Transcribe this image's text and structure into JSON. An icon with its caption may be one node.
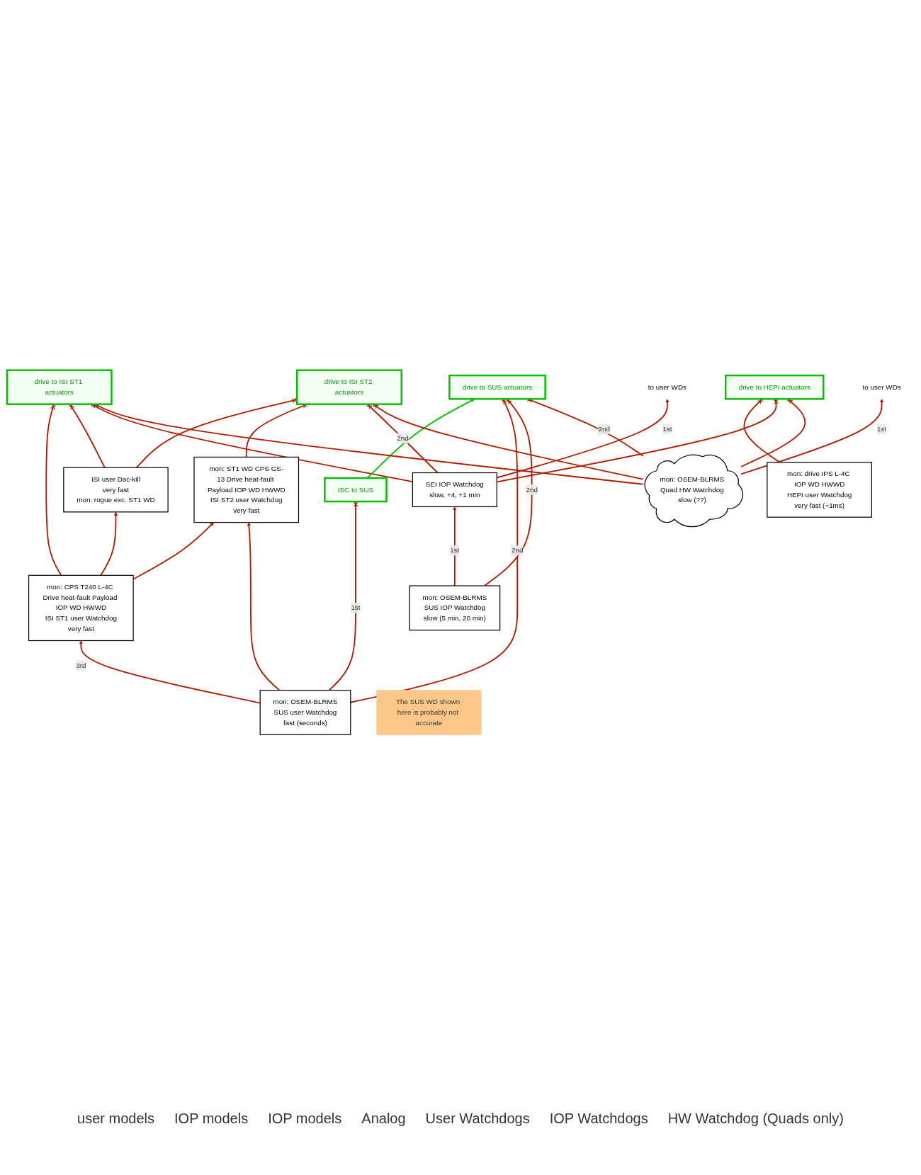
{
  "diagram": {
    "nodes": [
      {
        "text": [
          "drive to HEPI actuators"
        ]
      },
      {
        "text": [
          "mon: drive IPS L-4C IOP WD HWWD",
          "HEPI user Watchdog",
          "very fast (~1ms)"
        ]
      },
      {
        "text": [
          "drive to ISI ST1 actuators"
        ]
      },
      {
        "text": [
          "mon: CPS T240 L-4C Drive heat-fault Payload IOP WD HWWD",
          "ISI ST1 user Watchdog",
          "very fast"
        ]
      },
      {
        "text": [
          "ISI user Dac-kill",
          "very fast",
          "mon: rogue exc. ST1 WD"
        ]
      },
      {
        "text": [
          "drive to ISI ST2 actuators"
        ]
      },
      {
        "text": [
          "mon: ST1 WD CPS GS-13 Drive heat-fault Payload IOP WD HWWD",
          "ISI ST2 user Watchdog",
          "very fast"
        ]
      },
      {
        "text": [
          "SEI IOP Watchdog",
          "slow, +4, +1 min"
        ]
      },
      {
        "text": [
          "drive to SUS actuators"
        ]
      },
      {
        "text": [
          "ISC to SUS"
        ]
      },
      {
        "text": [
          "mon: OSEM-BLRMS",
          "SUS user Watchdog",
          "fast (seconds)"
        ]
      },
      {
        "text": [
          "mon: OSEM-BLRMS",
          "SUS IOP Watchdog",
          "slow (5 min, 20 min)"
        ]
      },
      {
        "text": [
          "mon: OSEM-BLRMS",
          "Quad HW Watchdog",
          "slow (??)"
        ]
      },
      {
        "text": [
          "The SUS WD shown here is probably not accurate"
        ]
      },
      {
        "text": [
          "to user WDs"
        ]
      },
      {
        "text": [
          "to user WDs"
        ]
      }
    ],
    "edges": [
      {
        "from": 1,
        "to": 0,
        "arrow": "other"
      },
      {
        "from": 3,
        "to": 2,
        "arrow": "other"
      },
      {
        "from": 3,
        "to": 4,
        "arrow": "to"
      },
      {
        "from": 3,
        "to": 6,
        "arrow": "to"
      },
      {
        "from": 4,
        "to": 2,
        "arrow": "other"
      },
      {
        "from": 4,
        "to": 5,
        "arrow": "other"
      },
      {
        "from": 6,
        "to": 5,
        "arrow": "other"
      },
      {
        "from": 7,
        "to": 14,
        "arrow": "to",
        "label": "1st"
      },
      {
        "from": 7,
        "to": 5,
        "arrow": "other",
        "label": "2nd"
      },
      {
        "from": 7,
        "to": 2,
        "arrow": "other"
      },
      {
        "from": 7,
        "to": 0,
        "arrow": "other"
      },
      {
        "from": 9,
        "to": 8,
        "arrow": "to",
        "color": "#00c000"
      },
      {
        "from": 10,
        "to": 3,
        "arrow": "to",
        "label": "3rd"
      },
      {
        "from": 10,
        "to": 6,
        "arrow": "to"
      },
      {
        "from": 10,
        "to": 9,
        "arrow": "other",
        "label": "1st"
      },
      {
        "from": 10,
        "to": 8,
        "arrow": "other",
        "label": "2nd"
      },
      {
        "from": 11,
        "to": 7,
        "arrow": "to",
        "label": "1st"
      },
      {
        "from": 11,
        "to": 8,
        "arrow": "other",
        "label": "2nd"
      },
      {
        "from": 12,
        "to": 15,
        "arrow": "to",
        "label": "1st"
      },
      {
        "from": 12,
        "to": 8,
        "arrow": "other",
        "label": "2nd"
      },
      {
        "from": 12,
        "to": 5,
        "arrow": "other"
      },
      {
        "from": 12,
        "to": 2,
        "arrow": "other"
      },
      {
        "from": 12,
        "to": 0,
        "arrow": "other"
      }
    ],
    "labels": [
      "user models",
      "IOP models",
      "IOP models",
      "Analog",
      "User Watchdogs",
      "IOP Watchdogs",
      "HW Watchdog (Quads only)"
    ]
  }
}
